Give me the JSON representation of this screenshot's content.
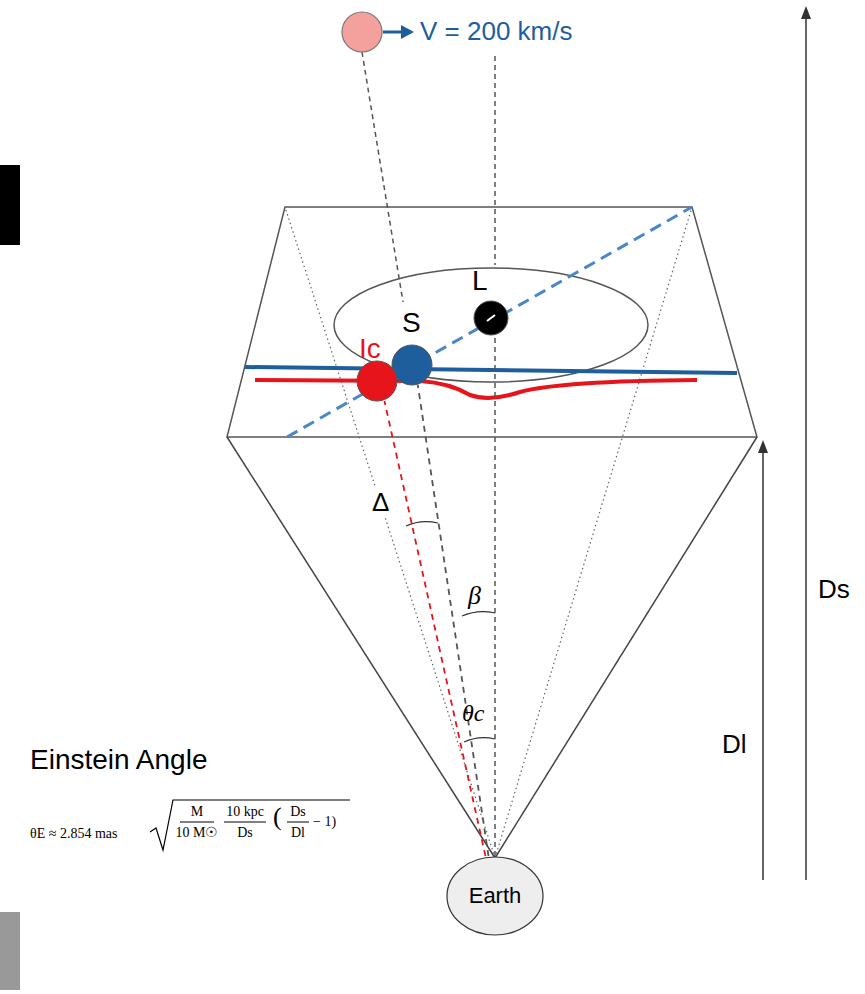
{
  "diagram": {
    "nodes": [
      {
        "text": [
          "L"
        ]
      },
      {
        "text": [
          "S"
        ]
      },
      {
        "text": [
          "Ic"
        ]
      },
      {
        "text": [
          "Earth"
        ]
      }
    ],
    "edges": [
      {
        "from": 3,
        "to": 2,
        "arrow": "none"
      },
      {
        "from": 3,
        "to": 1,
        "arrow": "none"
      }
    ],
    "labels": [
      "V = 200 km/s",
      "Δ",
      "β",
      "θc",
      "Ds",
      "Dl",
      "Einstein Angle",
      "θE ≈ 2.854 mas",
      "M",
      "10 M☉",
      "10 kpc",
      "Ds",
      "(",
      "Ds",
      "Dl",
      "− 1)"
    ]
  }
}
